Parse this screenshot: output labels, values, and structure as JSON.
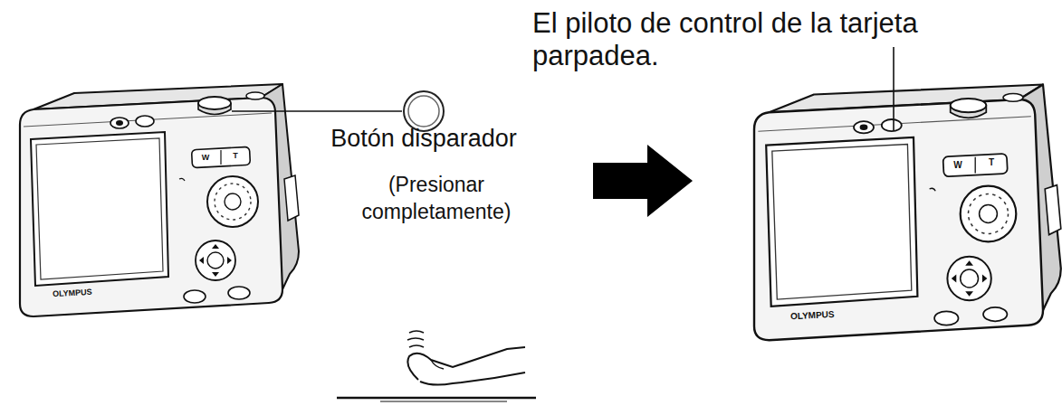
{
  "diagram": {
    "labels": [
      "El piloto de control de la tarjeta parpadea.",
      "Botón disparador",
      "(Presionar completamente)",
      "OLYMPUS",
      "W",
      "T",
      "OLYMPUS",
      "W",
      "T"
    ]
  }
}
